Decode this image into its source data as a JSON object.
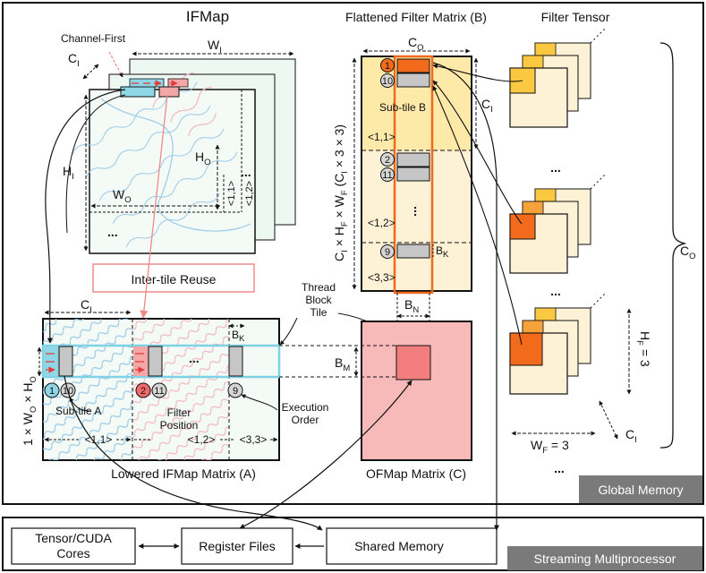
{
  "titles": {
    "ifmap": "IFMap",
    "filter_matrix": "Flattened Filter Matrix (B)",
    "filter_tensor": "Filter Tensor"
  },
  "ifmap": {
    "channel_first": "Channel-First",
    "ci": "C",
    "ci_sub": "I",
    "wi": "W",
    "wi_sub": "I",
    "hi": "H",
    "hi_sub": "I",
    "ho": "H",
    "ho_sub": "O",
    "wo": "W",
    "wo_sub": "O",
    "pos_a": "<1,1>",
    "pos_b": "<1,2>",
    "dots": "..."
  },
  "inter_tile_reuse": "Inter-tile Reuse",
  "lowered": {
    "ci": "C",
    "ci_sub": "I",
    "bk": "B",
    "bk_sub": "K",
    "row_label": "1 × W",
    "row_label_o": "O",
    "row_label_mid": " × H",
    "row_label_o2": "O",
    "subtile_a": "Sub-tile A",
    "filter_position_1": "Filter",
    "filter_position_2": "Position",
    "pos_11": "<1,1>",
    "pos_12": "<1,2>",
    "pos_33": "<3,3>",
    "execution_order_1": "Execution",
    "execution_order_2": "Order",
    "title": "Lowered IFMap Matrix (A)",
    "dots": "..."
  },
  "order_numbers": [
    "1",
    "10",
    "2",
    "11",
    "9"
  ],
  "filter_matrix": {
    "co": "C",
    "co_sub": "O",
    "ci": "C",
    "ci_sub": "I",
    "subtile_b": "Sub-tile B",
    "pos_11": "<1,1>",
    "pos_12": "<1,2>",
    "pos_33": "<3,3>",
    "bk": "B",
    "bk_sub": "K",
    "rows_label": "C",
    "dots": "..."
  },
  "thread_block": [
    "Thread",
    "Block",
    "Tile"
  ],
  "ofmap": {
    "bn": "B",
    "bn_sub": "N",
    "bm": "B",
    "bm_sub": "M",
    "title": "OFMap Matrix (C)"
  },
  "filter_tensor": {
    "co": "C",
    "co_sub": "O",
    "hf": "H",
    "hf_sub": "F",
    "hf_val": " = 3",
    "wf": "W",
    "wf_sub": "F",
    "wf_val": " = 3",
    "ci": "C",
    "ci_sub": "I",
    "dots": "..."
  },
  "global_memory": "Global Memory",
  "sm": {
    "tensor_cores_1": "Tensor/CUDA",
    "tensor_cores_2": "Cores",
    "register_files": "Register Files",
    "shared_memory": "Shared Memory",
    "label": "Streaming Multiprocessor"
  },
  "colors": {
    "cyan": "#8fd6e6",
    "pink": "#f4a7a7",
    "orange": "#f26b1d",
    "yellow": "#fde9a8",
    "cream": "#fdf1d6",
    "red_fill": "#f8b9b9",
    "label_bg": "#7a7a7a"
  }
}
